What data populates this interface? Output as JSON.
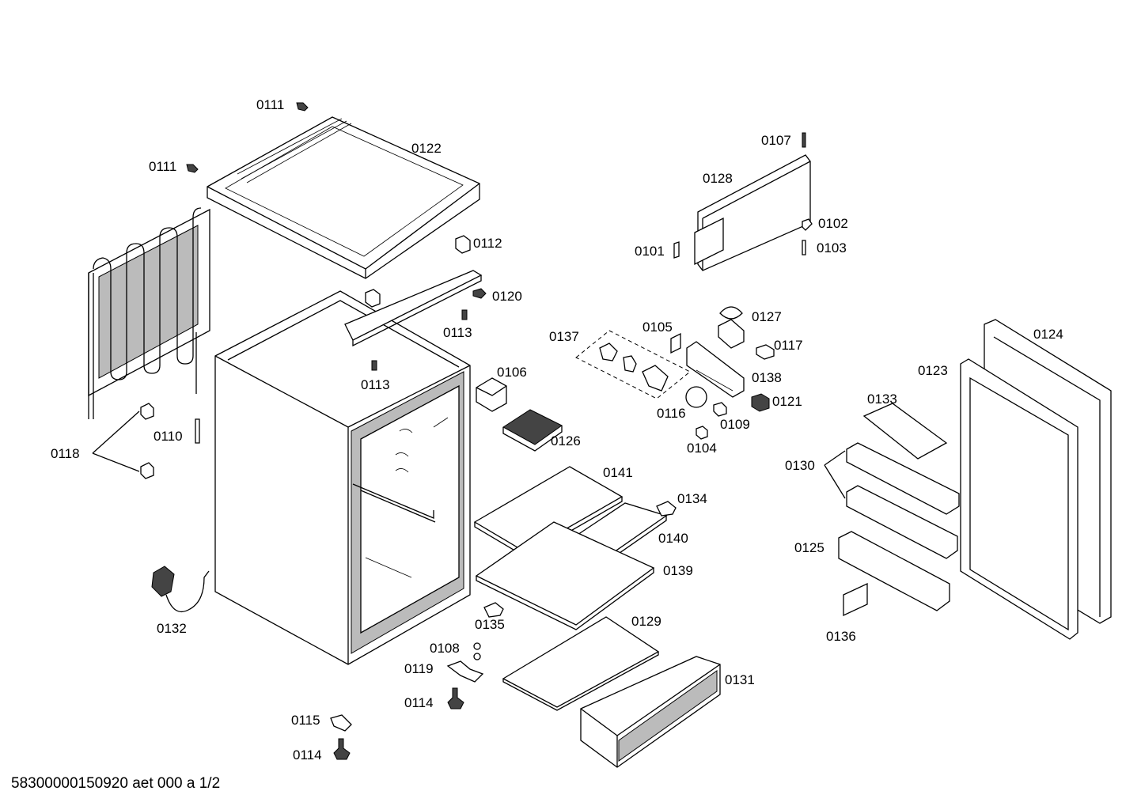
{
  "footer": "58300000150920 aet 000 a 1/2",
  "labels": {
    "p0111a": "0111",
    "p0111b": "0111",
    "p0122": "0122",
    "p0112": "0112",
    "p0120": "0120",
    "p0113a": "0113",
    "p0113b": "0113",
    "p0118": "0118",
    "p0110": "0110",
    "p0132": "0132",
    "p0106": "0106",
    "p0126": "0126",
    "p0137": "0137",
    "p0105": "0105",
    "p0127": "0127",
    "p0117": "0117",
    "p0138": "0138",
    "p0121": "0121",
    "p0116": "0116",
    "p0109": "0109",
    "p0104": "0104",
    "p0107": "0107",
    "p0128": "0128",
    "p0102": "0102",
    "p0103": "0103",
    "p0101": "0101",
    "p0141": "0141",
    "p0134": "0134",
    "p0140": "0140",
    "p0139": "0139",
    "p0135": "0135",
    "p0129": "0129",
    "p0108": "0108",
    "p0119": "0119",
    "p0114a": "0114",
    "p0131": "0131",
    "p0115": "0115",
    "p0114b": "0114",
    "p0124": "0124",
    "p0123": "0123",
    "p0133": "0133",
    "p0130": "0130",
    "p0125": "0125",
    "p0136": "0136"
  }
}
